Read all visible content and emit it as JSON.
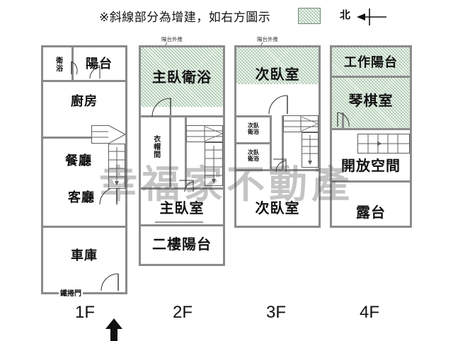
{
  "header": {
    "note": "※斜線部分為增建，如右方圖示",
    "legend_swatch_name": "hatched-extension-swatch",
    "compass_label": "北"
  },
  "watermark": {
    "text": "幸福家不動產"
  },
  "floors": [
    {
      "id": "1F",
      "caption": "1F",
      "rooms": [
        {
          "name": "bathroom",
          "label": "衛浴",
          "hatched": false
        },
        {
          "name": "balcony",
          "label": "陽台",
          "hatched": false
        },
        {
          "name": "kitchen",
          "label": "廚房",
          "hatched": false
        },
        {
          "name": "dining-room",
          "label": "餐廳",
          "hatched": false
        },
        {
          "name": "living-room",
          "label": "客廳",
          "hatched": false
        },
        {
          "name": "garage",
          "label": "車庫",
          "hatched": false
        },
        {
          "name": "rolling-door",
          "label": "鐵捲門",
          "hatched": false
        }
      ]
    },
    {
      "id": "2F",
      "caption": "2F",
      "annotation": "陽台外推",
      "rooms": [
        {
          "name": "master-bathroom",
          "label": "主臥衛浴",
          "hatched": true
        },
        {
          "name": "walk-in-closet",
          "label": "衣帽間",
          "hatched": false
        },
        {
          "name": "master-bedroom",
          "label": "主臥室",
          "hatched": false
        },
        {
          "name": "second-floor-balcony",
          "label": "二樓陽台",
          "hatched": false
        }
      ]
    },
    {
      "id": "3F",
      "caption": "3F",
      "annotation": "陽台外推",
      "rooms": [
        {
          "name": "second-bedroom-upper",
          "label": "次臥室",
          "hatched": true
        },
        {
          "name": "second-bedroom-bathroom-1",
          "label": "次臥\n衛浴",
          "hatched": false
        },
        {
          "name": "second-bedroom-bathroom-2",
          "label": "次臥\n衛浴",
          "hatched": false
        },
        {
          "name": "second-bedroom-lower",
          "label": "次臥室",
          "hatched": false
        }
      ]
    },
    {
      "id": "4F",
      "caption": "4F",
      "rooms": [
        {
          "name": "work-balcony",
          "label": "工作陽台",
          "hatched": true
        },
        {
          "name": "music-chess-room",
          "label": "琴棋室",
          "hatched": true
        },
        {
          "name": "open-space",
          "label": "開放空間",
          "hatched": false
        },
        {
          "name": "terrace",
          "label": "露台",
          "hatched": false
        }
      ]
    }
  ],
  "colors": {
    "wall": "#8b8b8b",
    "hatch_green": "#78a57d",
    "text": "#111111",
    "watermark": "rgba(70,70,70,.32)"
  }
}
